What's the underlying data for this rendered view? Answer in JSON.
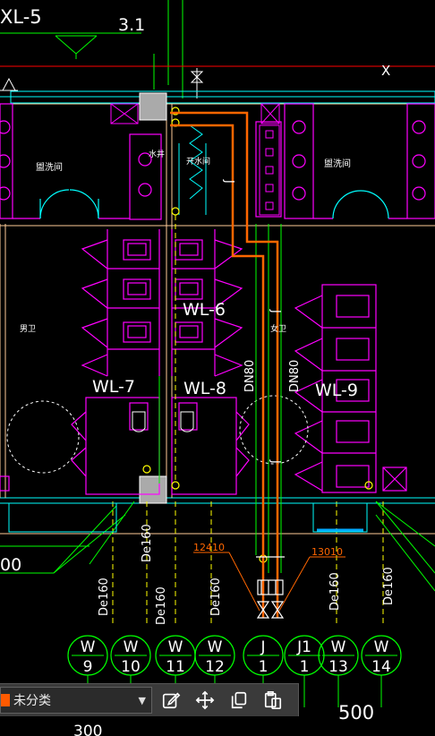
{
  "drawing": {
    "top_left_label": "XL-5",
    "top_elevation": "3.1",
    "cross_mark": "X",
    "room_labels": {
      "washroom_left": "盥洗间",
      "washroom_right": "盥洗间",
      "water_shaft": "水井",
      "hot_water_room": "开水间",
      "mens_toilet": "男卫",
      "womens_toilet": "女卫"
    },
    "pipe_labels": {
      "wl6": "WL-6",
      "wl7": "WL-7",
      "wl8": "WL-8",
      "wl9": "WL-9",
      "dn80_left": "DN80",
      "dn80_right": "DN80",
      "j_mark": "J"
    },
    "dimension_labels": {
      "left_edge": "00",
      "de160_1": "De160",
      "de160_2": "De160",
      "de160_3": "De160",
      "de160_4": "De160",
      "de160_5": "De160",
      "de160_6": "De160",
      "orange_left": "12410",
      "orange_right": "13010",
      "bottom_500": "500",
      "bottom_300": "300"
    },
    "axis_bubbles": [
      {
        "top": "W",
        "bottom": "9"
      },
      {
        "top": "W",
        "bottom": "10"
      },
      {
        "top": "W",
        "bottom": "11"
      },
      {
        "top": "W",
        "bottom": "12"
      },
      {
        "top": "J",
        "bottom": "1"
      },
      {
        "top": "J1",
        "bottom": "1"
      },
      {
        "top": "W",
        "bottom": "13"
      },
      {
        "top": "W",
        "bottom": "14"
      }
    ],
    "colors": {
      "background": "#000000",
      "wall": "#ff00ff",
      "pipe": "#ff6600",
      "axis_green": "#00ff00",
      "text_white": "#ffffff",
      "cyan": "#00ffff",
      "yellow": "#ffff00"
    }
  },
  "toolbar": {
    "layer_label": "未分类",
    "layer_swatch_color": "#ff5a00",
    "buttons": [
      {
        "name": "edit-icon"
      },
      {
        "name": "move-icon"
      },
      {
        "name": "copy-icon"
      },
      {
        "name": "paste-icon"
      }
    ]
  }
}
